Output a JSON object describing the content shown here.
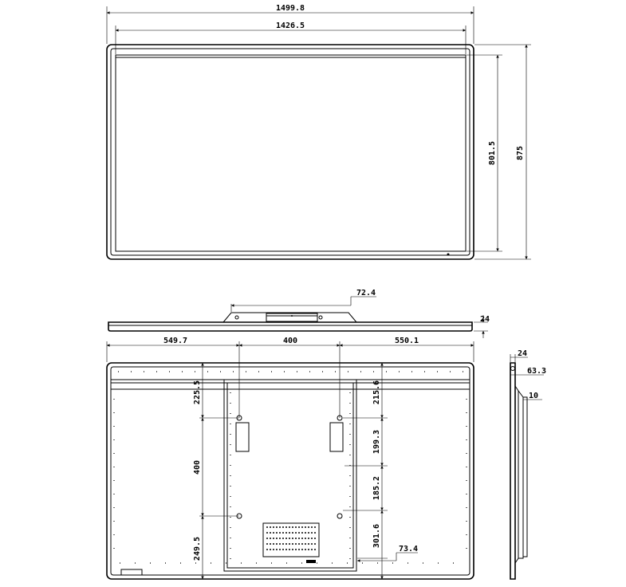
{
  "dimensions": {
    "front_overall_width": "1499.8",
    "front_screen_width": "1426.5",
    "front_screen_height": "801.5",
    "front_overall_height": "875",
    "top_bracket_depth": "72.4",
    "top_panel_thickness": "24",
    "rear_left_offset": "549.7",
    "rear_vesa_width": "400",
    "rear_right_offset": "550.1",
    "rear_top_offset_left": "225.5",
    "rear_vesa_height": "400",
    "rear_bottom_offset_left": "249.5",
    "rear_top_offset_right": "215.6",
    "rear_right_dim_1": "199.3",
    "rear_right_dim_2": "185.2",
    "rear_right_dim_3": "301.6",
    "rear_bottom_small": "73.4",
    "side_thickness": "24",
    "side_depth": "63.3",
    "side_small": "10"
  }
}
